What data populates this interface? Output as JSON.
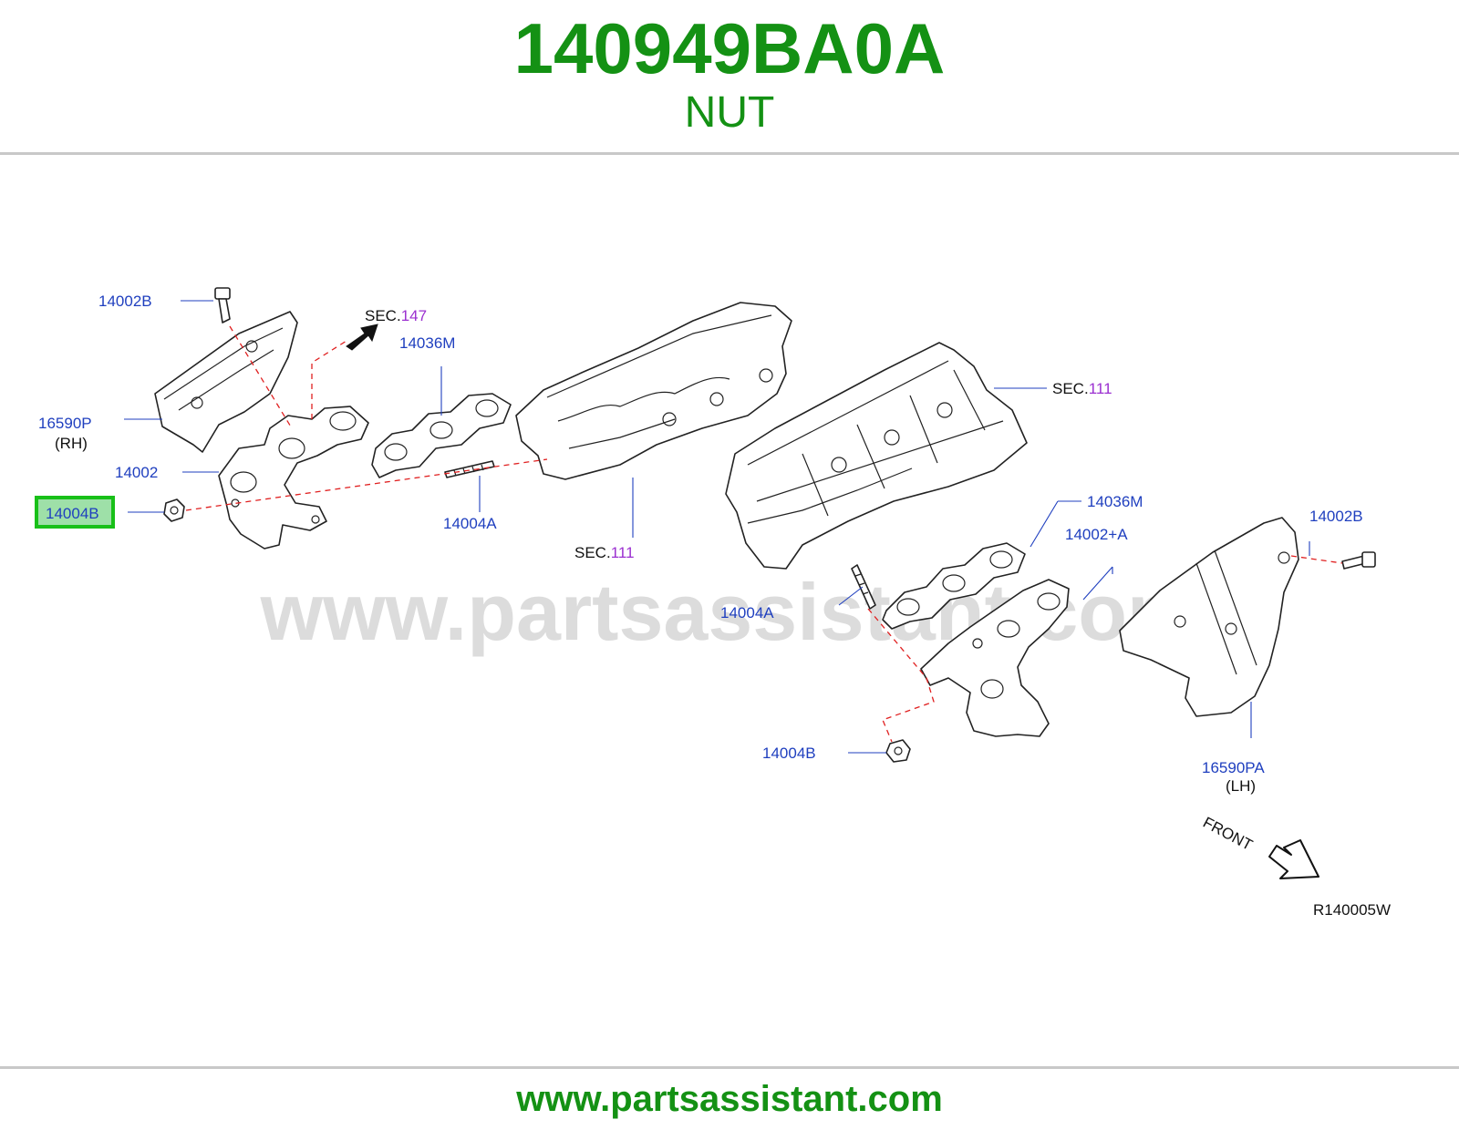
{
  "header": {
    "part_number": "140949BA0A",
    "part_name": "NUT"
  },
  "footer": {
    "url": "www.partsassistant.com"
  },
  "diagram": {
    "watermark": "www.partsassistant.com",
    "labels": {
      "l_14002B_top": "14002B",
      "l_16590P": "16590P",
      "l_RH": "(RH)",
      "l_14002": "14002",
      "l_14004B_left": "14004B",
      "l_sec147_prefix": "SEC.",
      "l_sec147_num": "147",
      "l_14036M_top": "14036M",
      "l_14004A_mid": "14004A",
      "l_sec111a_prefix": "SEC.",
      "l_sec111a_num": "111",
      "l_sec111b_prefix": "SEC.",
      "l_sec111b_num": "111",
      "l_14036M_right": "14036M",
      "l_14002A": "14002+A",
      "l_14002B_right": "14002B",
      "l_14004A_right": "14004A",
      "l_14004B_bottom": "14004B",
      "l_16590PA": "16590PA",
      "l_LH": "(LH)",
      "l_front": "FRONT",
      "l_ref": "R140005W"
    },
    "highlighted_part": "14004B"
  },
  "colors": {
    "brand_green": "#149114",
    "label_blue": "#1f3fbf",
    "sec_purple": "#9b30d0",
    "highlight_bg": "#9ee0a8",
    "highlight_border": "#18c018",
    "dashed_red": "#e02020",
    "watermark_gray": "#dcdcdc"
  }
}
